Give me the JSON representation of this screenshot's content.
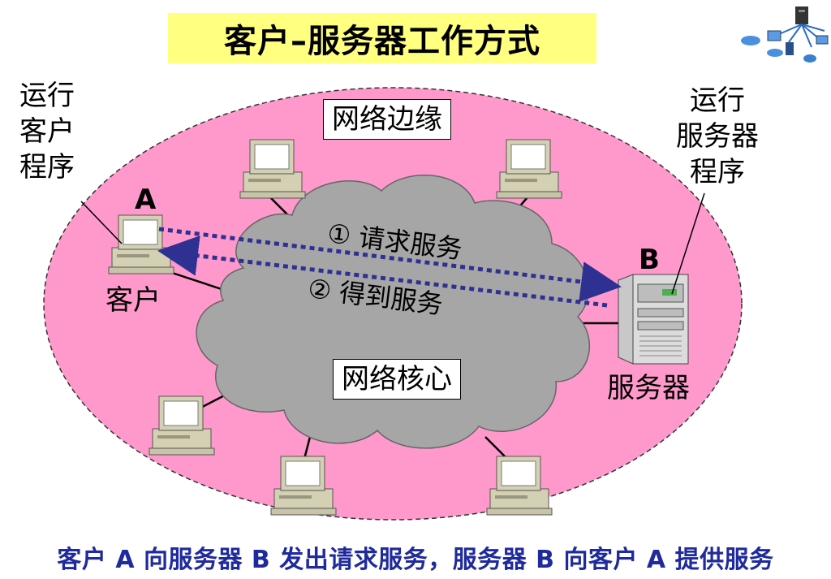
{
  "title": "客户–服务器工作方式",
  "left_note": [
    "运行",
    "客户",
    "程序"
  ],
  "right_note": [
    "运行",
    "服务器",
    "程序"
  ],
  "host_a_letter": "A",
  "host_b_letter": "B",
  "host_a_label": "客户",
  "host_b_label": "服务器",
  "edge_label": "网络边缘",
  "core_label": "网络核心",
  "request_label": "① 请求服务",
  "response_label": "② 得到服务",
  "caption": "客户 A 向服务器 B 发出请求服务，服务器 B 向客户 A 提供服务",
  "colors": {
    "edge_fill": "#ff99cc",
    "core_fill": "#a6a6a6",
    "arrow": "#2e3192",
    "title_bg": "#ffff80",
    "caption": "#1f2a9c"
  }
}
